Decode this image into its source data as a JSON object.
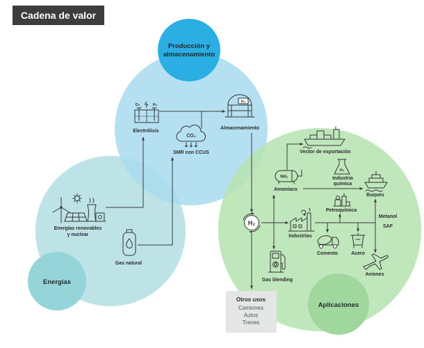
{
  "header": {
    "title": "Cadena de valor"
  },
  "colors": {
    "title_bg": "#3d3d3d",
    "production_area": "#aadcf0",
    "production_badge": "#2aaee3",
    "energy_area": "#b6e0e3",
    "energy_badge": "#95d4d9",
    "applications_area": "#b7e2b3",
    "applications_badge": "#a0d79c",
    "flow_line": "#3b3b3b",
    "other_uses_bg": "#e4e6e6"
  },
  "stages": {
    "production": {
      "label_line1": "Producción y",
      "label_line2": "almacenamiento"
    },
    "energy": {
      "label": "Energías"
    },
    "applications": {
      "label": "Aplicaciones"
    }
  },
  "nodes": {
    "electrolysis": {
      "label": "Electrólisis",
      "icon": "electrolyzer-icon",
      "icon_text": [
        "O₂",
        "H₂"
      ]
    },
    "smr": {
      "label": "SMR con CCUS",
      "icon": "co2-cloud-icon",
      "icon_text": "CO₂"
    },
    "storage": {
      "label": "Almacenamiento",
      "icon": "hydrogen-storage-tank-icon",
      "icon_text": "H₂"
    },
    "renewables": {
      "label_line1": "Energías renovables",
      "label_line2": "y nuclear",
      "icons": [
        "wind-turbine-icon",
        "sun-icon",
        "solar-panel-icon",
        "nuclear-plant-icon"
      ]
    },
    "natural_gas": {
      "label": "Gas natural",
      "icon": "gas-cylinder-icon"
    },
    "hydrogen_hub": {
      "icon": "hydrogen-cycle-icon",
      "icon_text": "H₂"
    },
    "ammonia": {
      "label": "Amoníaco",
      "icon": "ammonia-tank-icon",
      "icon_text": "NH₃"
    },
    "export": {
      "label": "Vector de exportación",
      "icon": "cargo-ship-icon"
    },
    "chemical": {
      "label_line1": "Industria",
      "label_line2": "química",
      "icon": "chemical-flask-icon",
      "icon_text": "H₂"
    },
    "ships": {
      "label": "Buques",
      "icon": "ship-icon"
    },
    "petrochemical": {
      "label": "Petroquímica",
      "icon": "petrochemical-plant-icon"
    },
    "industries": {
      "label": "Industrias",
      "icon": "factory-icon"
    },
    "fuels": {
      "methanol": "Metanol",
      "saf": "SAF"
    },
    "cement": {
      "label": "Cemento",
      "icon": "cement-mixer-truck-icon"
    },
    "steel": {
      "label": "Acero",
      "icon": "steel-ladle-icon"
    },
    "aircraft": {
      "label": "Aviones",
      "icon": "airplane-icon"
    },
    "gas_blending": {
      "label": "Gas blending",
      "icon": "fuel-pump-icon"
    }
  },
  "other_uses": {
    "title": "Otros usos",
    "items": [
      "Camiones",
      "Autos",
      "Trenes"
    ]
  }
}
